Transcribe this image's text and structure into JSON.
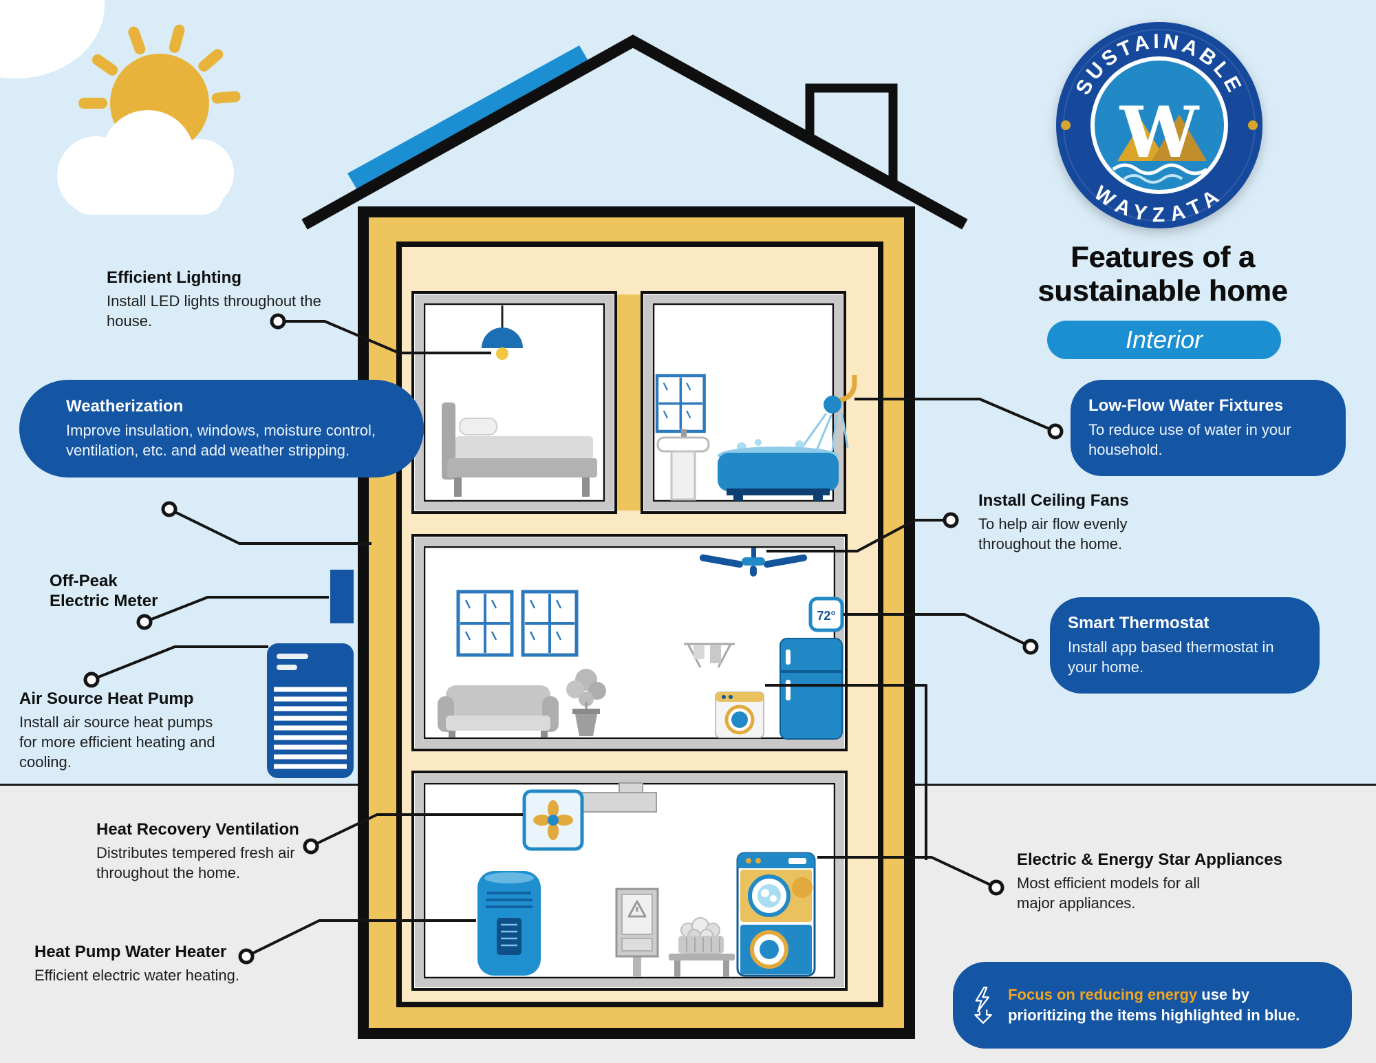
{
  "colors": {
    "sky": "#d9ecf7",
    "ground": "#ececec",
    "brand_dark_blue": "#1455a4",
    "brand_blue": "#2289c7",
    "badge_blue": "#1b8fd2",
    "wall_yellow": "#eec45c",
    "interior_cream": "#fbe9c4",
    "gold": "#e2a93c",
    "highlight_orange": "#f2a51e"
  },
  "logo": {
    "arc_top": "SUSTAINABLE",
    "arc_bottom": "WAYZATA",
    "monogram": "W"
  },
  "header": {
    "title_line1": "Features of a",
    "title_line2": "sustainable home",
    "badge_label": "Interior"
  },
  "callouts": {
    "efficient_lighting": {
      "title": "Efficient Lighting",
      "body": "Install LED lights throughout the house."
    },
    "weatherization": {
      "title": "Weatherization",
      "body": "Improve insulation, windows, moisture control, ventilation, etc. and add weather stripping."
    },
    "off_peak_meter": {
      "title": "Off-Peak Electric Meter"
    },
    "air_source_heat_pump": {
      "title": "Air Source Heat Pump",
      "body": "Install air source heat pumps for more efficient heating and cooling."
    },
    "heat_recovery_ventilation": {
      "title": "Heat Recovery Ventilation",
      "body": "Distributes tempered fresh air throughout the home."
    },
    "heat_pump_water_heater": {
      "title": "Heat Pump Water Heater",
      "body": "Efficient electric water heating."
    },
    "low_flow_water_fixtures": {
      "title": "Low-Flow Water Fixtures",
      "body": "To reduce use of water in your household."
    },
    "install_ceiling_fans": {
      "title": "Install Ceiling Fans",
      "body": "To help air flow evenly throughout the home."
    },
    "smart_thermostat": {
      "title": "Smart Thermostat",
      "body": "Install app based thermostat in your home."
    },
    "energy_star_appliances": {
      "title": "Electric & Energy Star Appliances",
      "body": "Most efficient models for all major appliances."
    }
  },
  "house": {
    "thermostat_reading": "72°"
  },
  "footer_note": {
    "highlight": "Focus on reducing energy",
    "rest": " use by prioritizing the items highlighted in blue."
  }
}
